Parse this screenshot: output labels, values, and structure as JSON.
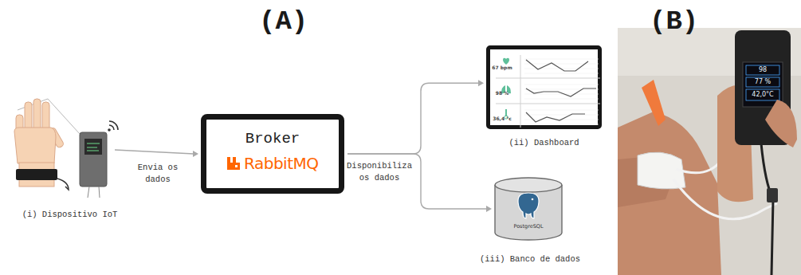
{
  "diagram": {
    "nodes": [
      {
        "text": [
          "(i) Dispositivo IoT"
        ]
      },
      {
        "text": [
          "Broker",
          "RabbitMQ"
        ]
      },
      {
        "text": [
          "67 bpm",
          "98 %",
          "36,4 °c",
          "(ii) Dashboard"
        ]
      },
      {
        "text": [
          "PostgreSQL",
          "(iii) Banco de dados"
        ]
      }
    ],
    "edges": [
      {
        "from": 0,
        "to": 1,
        "arrow": "to",
        "label": "Envia os dados"
      },
      {
        "from": 1,
        "to": 2,
        "arrow": "to",
        "label": "Disponibiliza os dados"
      },
      {
        "from": 1,
        "to": 3,
        "arrow": "to"
      }
    ],
    "labels": [
      "(A)",
      "(B)",
      "98",
      "77 %",
      "42,0°C"
    ]
  }
}
